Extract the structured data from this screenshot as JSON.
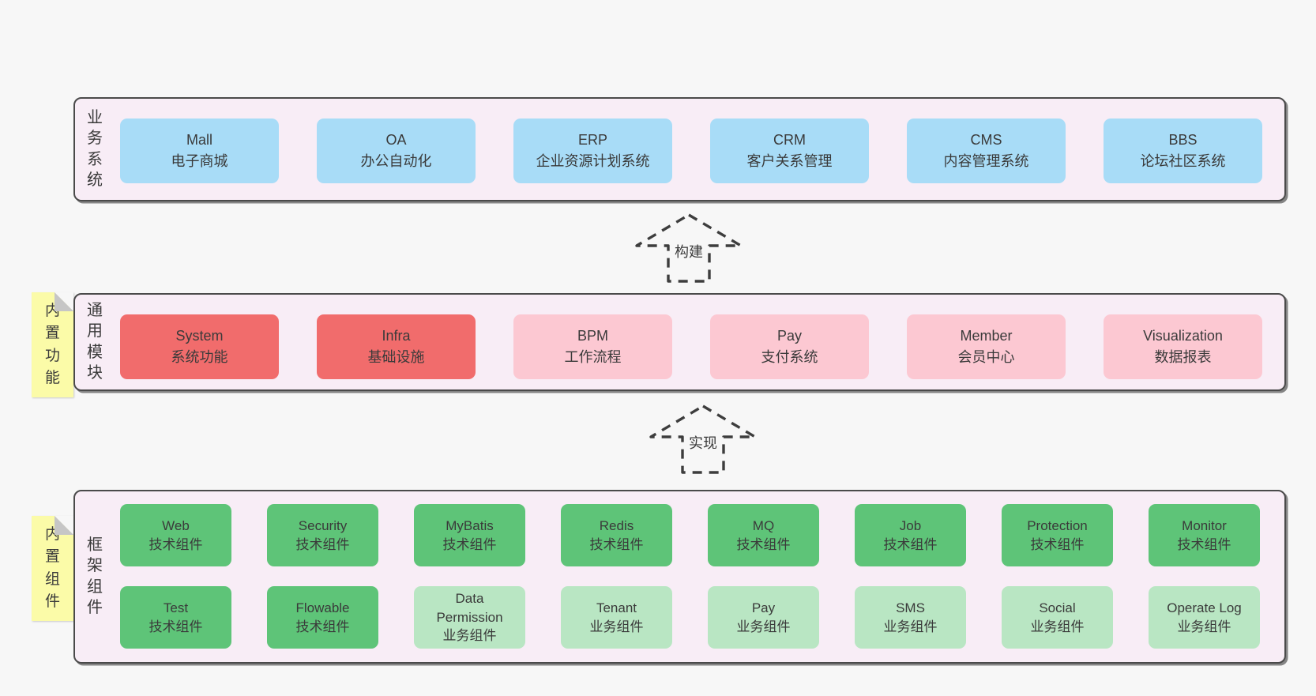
{
  "colors": {
    "page_bg": "#f7f7f7",
    "panel_bg": "#f8edf6",
    "panel_border": "#4a4a4a",
    "blue": "#a8dcf7",
    "red": "#f16c6c",
    "pink": "#fcc8d2",
    "green": "#5ec478",
    "green_light": "#b9e6c3",
    "note_yellow": "#fbfba8",
    "note_fold": "#c6c6c6",
    "text": "#3a3a3a"
  },
  "arrows": {
    "build": "构建",
    "implement": "实现"
  },
  "business": {
    "label": "业务系统",
    "boxes": [
      {
        "title": "Mall",
        "subtitle": "电子商城"
      },
      {
        "title": "OA",
        "subtitle": "办公自动化"
      },
      {
        "title": "ERP",
        "subtitle": "企业资源计划系统"
      },
      {
        "title": "CRM",
        "subtitle": "客户关系管理"
      },
      {
        "title": "CMS",
        "subtitle": "内容管理系统"
      },
      {
        "title": "BBS",
        "subtitle": "论坛社区系统"
      }
    ]
  },
  "modules": {
    "label": "通用模块",
    "note": "内置功能",
    "boxes": [
      {
        "title": "System",
        "subtitle": "系统功能",
        "variant": "red"
      },
      {
        "title": "Infra",
        "subtitle": "基础设施",
        "variant": "red"
      },
      {
        "title": "BPM",
        "subtitle": "工作流程",
        "variant": "pink"
      },
      {
        "title": "Pay",
        "subtitle": "支付系统",
        "variant": "pink"
      },
      {
        "title": "Member",
        "subtitle": "会员中心",
        "variant": "pink"
      },
      {
        "title": "Visualization",
        "subtitle": "数据报表",
        "variant": "pink"
      }
    ]
  },
  "components": {
    "label": "框架组件",
    "note": "内置组件",
    "row1": [
      {
        "title": "Web",
        "subtitle": "技术组件",
        "variant": "green"
      },
      {
        "title": "Security",
        "subtitle": "技术组件",
        "variant": "green"
      },
      {
        "title": "MyBatis",
        "subtitle": "技术组件",
        "variant": "green"
      },
      {
        "title": "Redis",
        "subtitle": "技术组件",
        "variant": "green"
      },
      {
        "title": "MQ",
        "subtitle": "技术组件",
        "variant": "green"
      },
      {
        "title": "Job",
        "subtitle": "技术组件",
        "variant": "green"
      },
      {
        "title": "Protection",
        "subtitle": "技术组件",
        "variant": "green"
      },
      {
        "title": "Monitor",
        "subtitle": "技术组件",
        "variant": "green"
      }
    ],
    "row2": [
      {
        "title": "Test",
        "subtitle": "技术组件",
        "variant": "green"
      },
      {
        "title": "Flowable",
        "subtitle": "技术组件",
        "variant": "green"
      },
      {
        "title": "Data Permission",
        "subtitle": "业务组件",
        "variant": "green-light"
      },
      {
        "title": "Tenant",
        "subtitle": "业务组件",
        "variant": "green-light"
      },
      {
        "title": "Pay",
        "subtitle": "业务组件",
        "variant": "green-light"
      },
      {
        "title": "SMS",
        "subtitle": "业务组件",
        "variant": "green-light"
      },
      {
        "title": "Social",
        "subtitle": "业务组件",
        "variant": "green-light"
      },
      {
        "title": "Operate Log",
        "subtitle": "业务组件",
        "variant": "green-light"
      }
    ]
  }
}
